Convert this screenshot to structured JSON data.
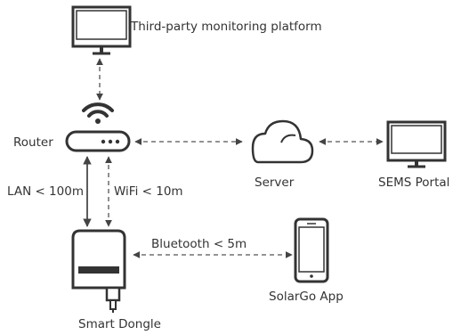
{
  "labels": {
    "monitoring_platform": "Third-party monitoring platform",
    "router": "Router",
    "server": "Server",
    "sems_portal": "SEMS Portal",
    "lan_link": "LAN < 100m",
    "wifi_link": "WiFi < 10m",
    "bluetooth_link": "Bluetooth < 5m",
    "solargo_app": "SolarGo App",
    "smart_dongle": "Smart Dongle"
  },
  "colors": {
    "stroke": "#333333",
    "dashed": "#555555"
  }
}
